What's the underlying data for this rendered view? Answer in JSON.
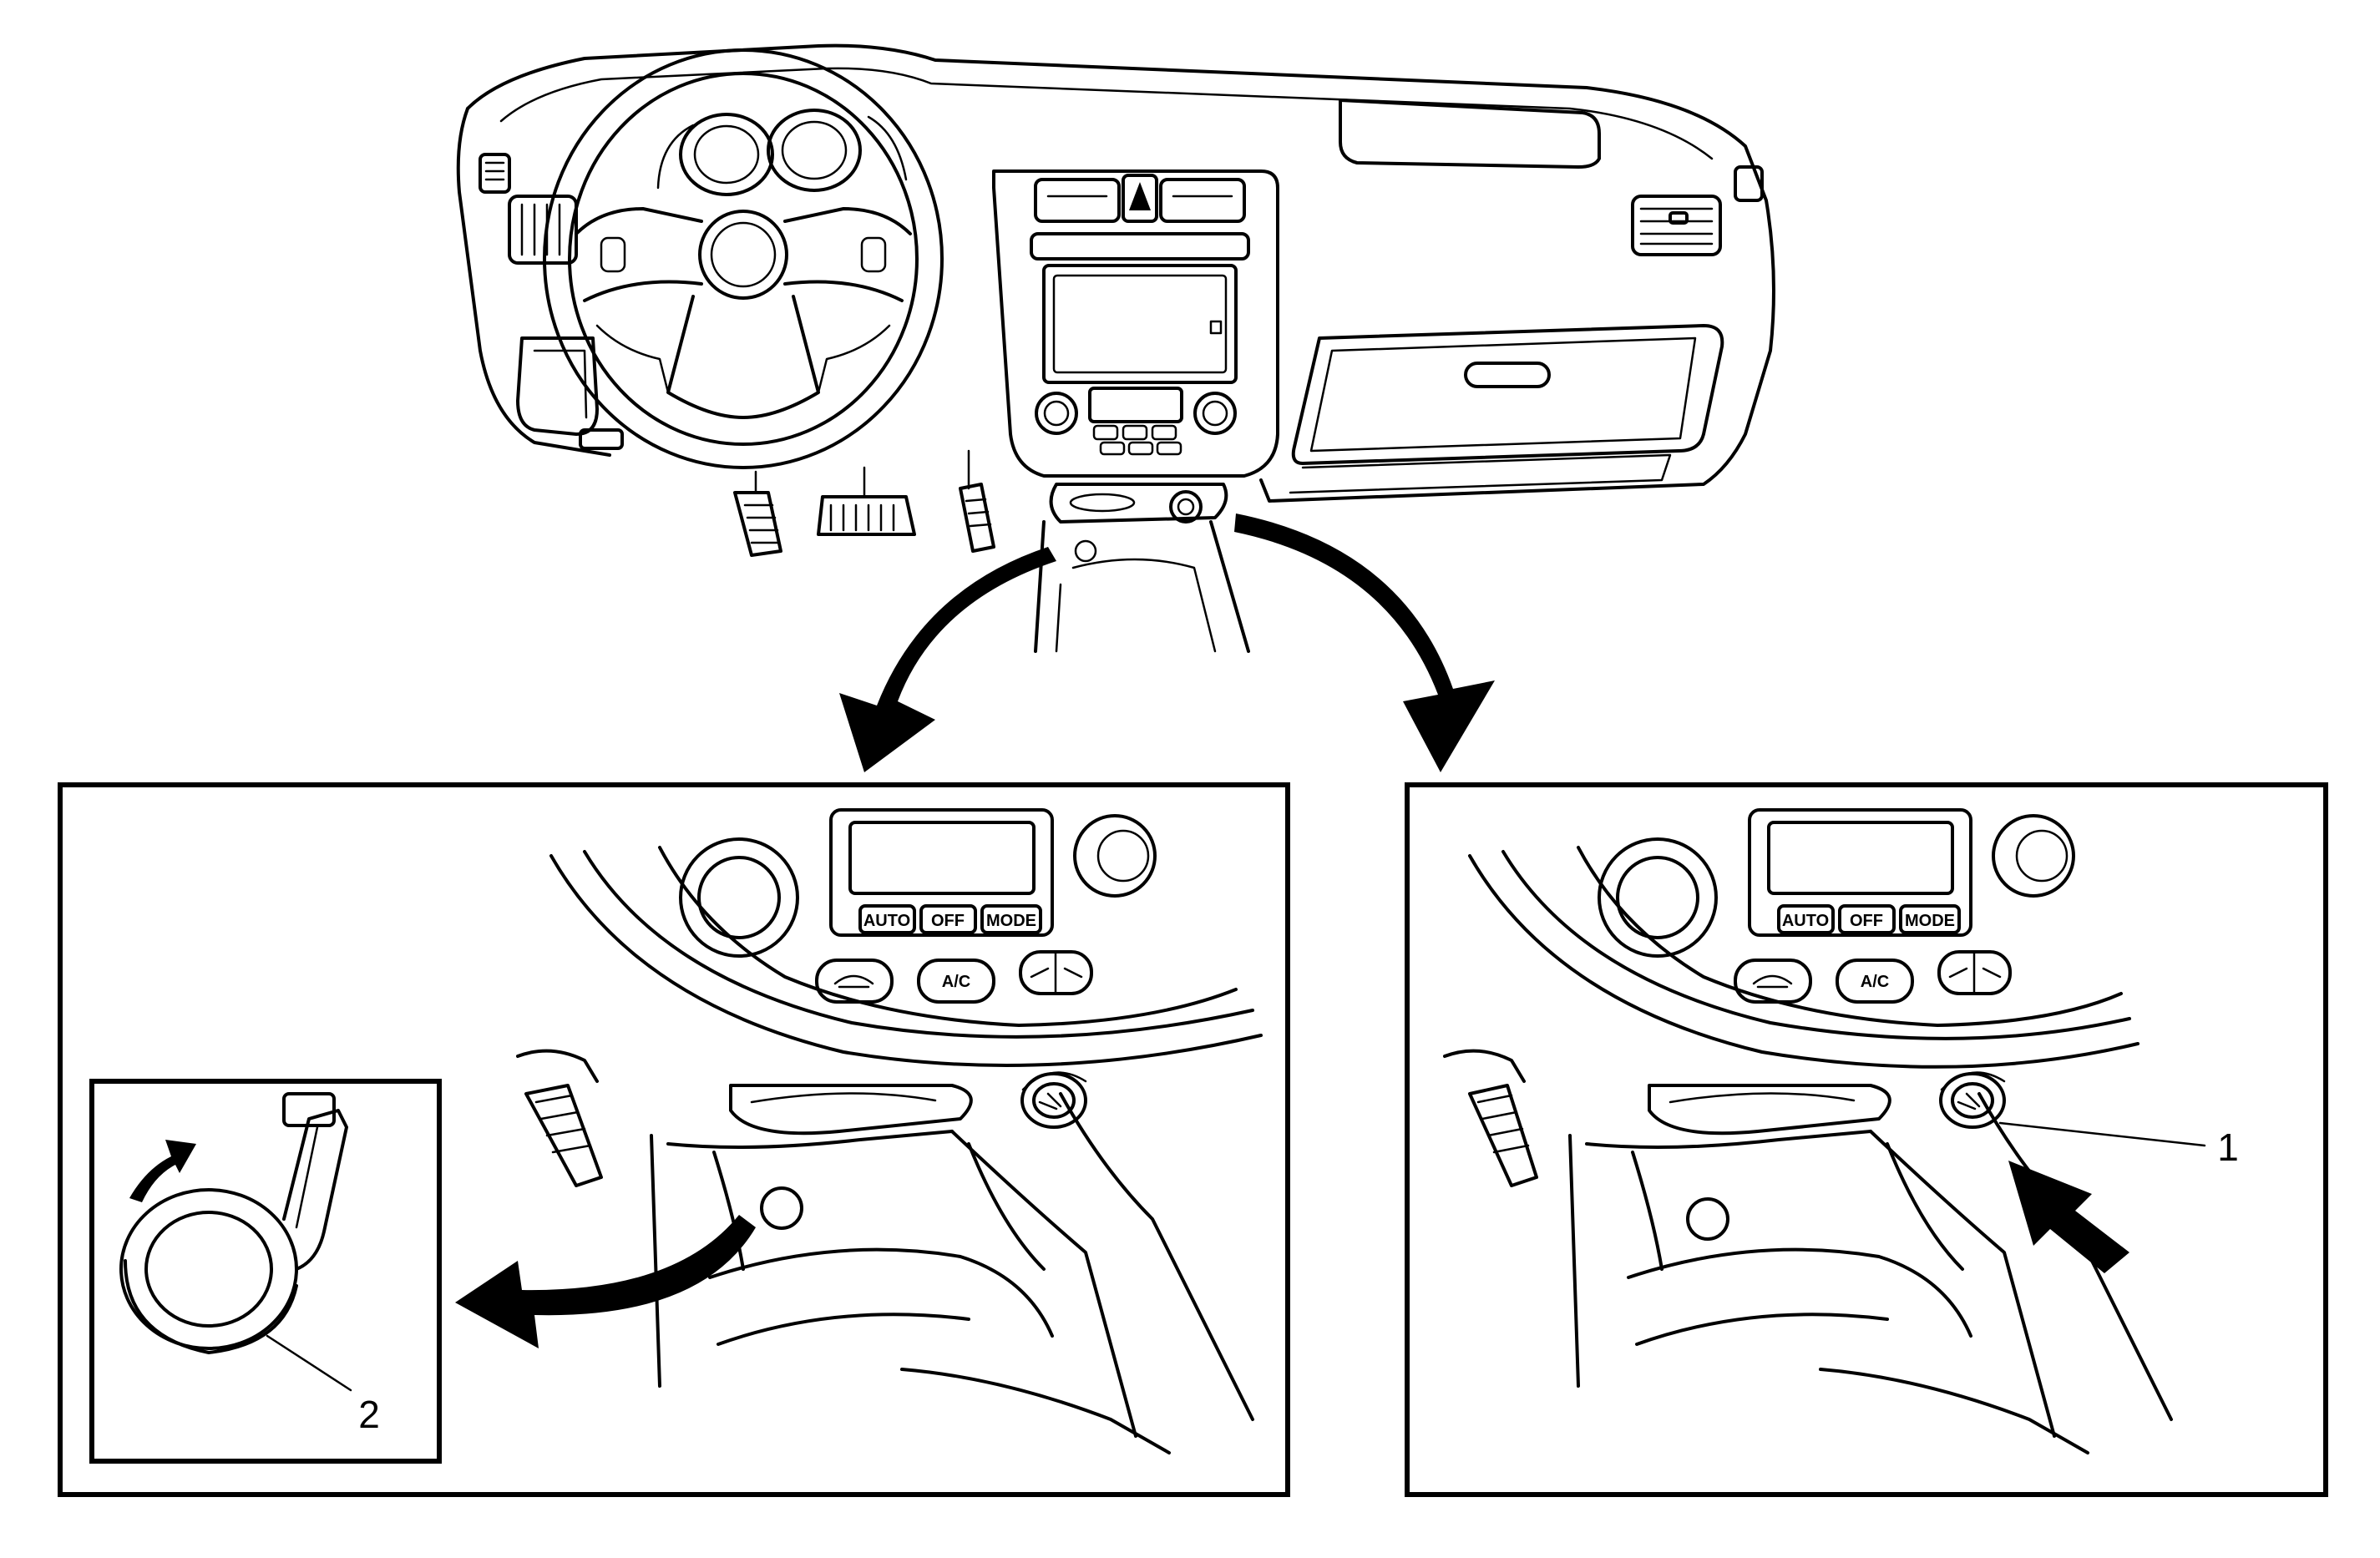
{
  "diagram": {
    "callouts": [
      {
        "id": "1",
        "label": "1"
      },
      {
        "id": "2",
        "label": "2"
      }
    ],
    "control_labels": {
      "auto": "AUTO",
      "off": "OFF",
      "mode": "MODE",
      "ac": "A/C"
    }
  }
}
